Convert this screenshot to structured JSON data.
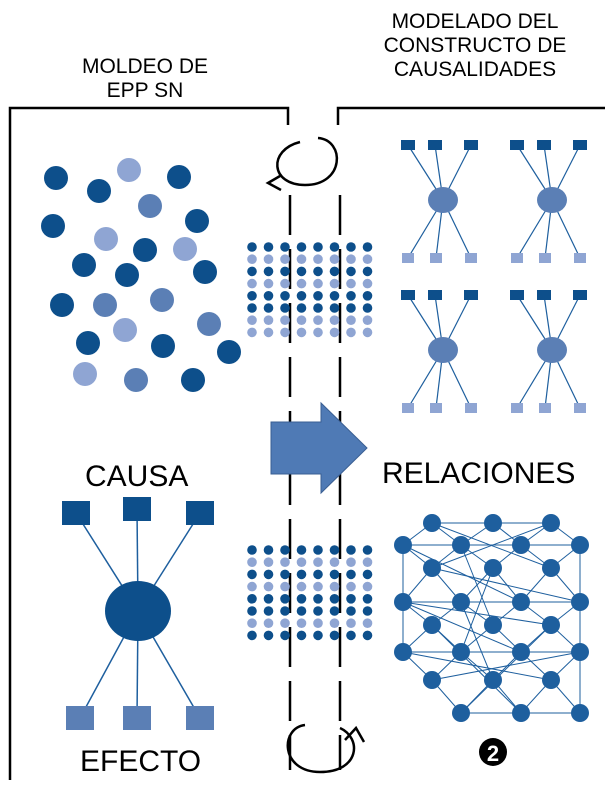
{
  "left_panel": {
    "title_lines": [
      "MOLDEO DE",
      "EPP SN"
    ],
    "cause_label": "CAUSA",
    "effect_label": "EFECTO"
  },
  "right_panel": {
    "title_lines": [
      "MODELADO DEL",
      "CONSTRUCTO DE",
      "CAUSALIDADES"
    ],
    "relations_label": "RELACIONES",
    "badge_number": "2"
  },
  "colors": {
    "dark_blue": "#0d4f8b",
    "mid_blue": "#5b7fb5",
    "light_blue": "#8fa5d3",
    "arrow_fill": "#4f7ab5",
    "line_blue": "#1e5f9e"
  },
  "icons": {
    "arrow": "right-arrow-icon",
    "cycle_top": "cycle-arrow-top-icon",
    "cycle_bottom": "cycle-arrow-bottom-icon"
  }
}
